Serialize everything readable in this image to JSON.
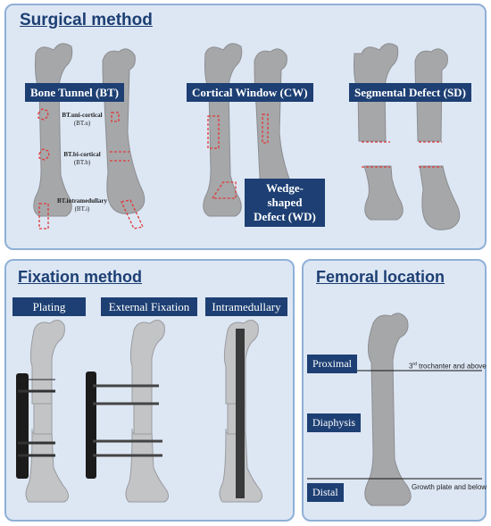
{
  "surgical": {
    "title": "Surgical method",
    "bone_tunnel": "Bone Tunnel (BT)",
    "cortical_window": "Cortical Window (CW)",
    "segmental_defect": "Segmental Defect (SD)",
    "wedge_line1": "Wedge-shaped",
    "wedge_line2": "Defect (WD)",
    "bt_uni": "BT.uni-cortical",
    "bt_uni_abbr": "(BT.u)",
    "bt_bi": "BT.bi-cortical",
    "bt_bi_abbr": "(BT.b)",
    "bt_intra": "BT.intramedullary",
    "bt_intra_abbr": "(BT.i)"
  },
  "fixation": {
    "title": "Fixation method",
    "plating": "Plating",
    "external": "External Fixation",
    "intramedullary": "Intramedullary"
  },
  "femoral": {
    "title": "Femoral location",
    "proximal": "Proximal",
    "diaphysis": "Diaphysis",
    "distal": "Distal",
    "proximal_note": "3rd trochanter and above",
    "distal_note": "Growth plate and below"
  },
  "colors": {
    "panel_bg": "#dde7f4",
    "panel_border": "#8fb0d6",
    "label_bg": "#1d3f73",
    "defect": "#e03a3a",
    "bone": "#a6a7a9"
  }
}
